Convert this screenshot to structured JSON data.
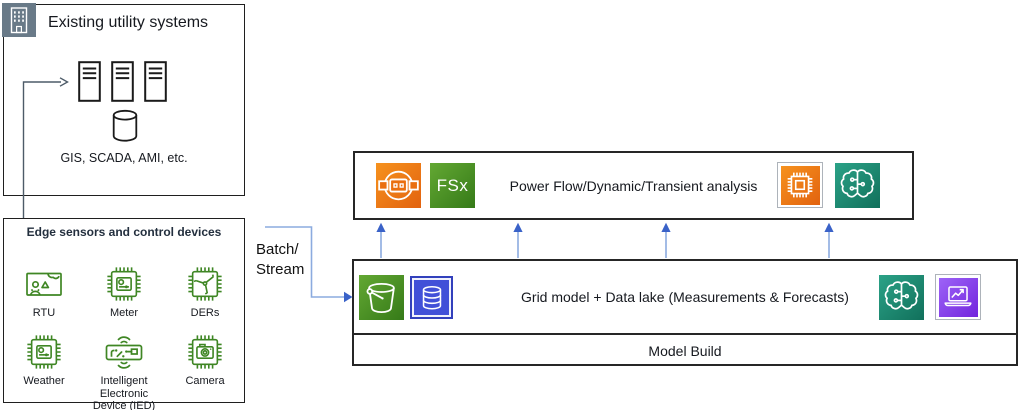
{
  "existing_utility": {
    "title": "Existing utility systems",
    "caption": "GIS, SCADA, AMI, etc.",
    "corner_icon": "building-icon",
    "server_count": 3
  },
  "edge_sensors": {
    "title": "Edge sensors and control devices",
    "devices": [
      {
        "label": "RTU",
        "icon": "rtu-icon"
      },
      {
        "label": "Meter",
        "icon": "meter-chip-icon"
      },
      {
        "label": "DERs",
        "icon": "ders-wind-turbine-chip-icon"
      },
      {
        "label": "Weather",
        "icon": "weather-chip-icon"
      },
      {
        "label": "Intelligent Electronic Device (IED)",
        "icon": "ied-circuit-board-icon"
      },
      {
        "label": "Camera",
        "icon": "camera-chip-icon"
      }
    ]
  },
  "flow": {
    "line1": "Batch/",
    "line2": "Stream"
  },
  "analysis_box": {
    "title": "Power Flow/Dynamic/Transient analysis",
    "fsx_label": "FSx",
    "icons": [
      "compute-cluster-icon",
      "fsx-icon",
      "ec2-chip-icon",
      "ml-brain-icon"
    ]
  },
  "data_lake_box": {
    "title": "Grid model + Data lake (Measurements & Forecasts)",
    "footer_label": "Model Build",
    "icons": [
      "s3-bucket-icon",
      "database-icon",
      "ml-brain-icon",
      "analytics-laptop-icon"
    ]
  },
  "colors": {
    "device_green": "#3F8624",
    "slate_icon_bg": "#697A88",
    "connector_gray": "#4D5B68",
    "arrow_blue_line": "#8CABDF",
    "arrow_blue_head": "#3A62C8",
    "aws_orange": "#E8700F",
    "aws_green": "#4E8F28",
    "aws_teal": "#1E8870",
    "aws_purple": "#8B49F7",
    "aws_blue_db": "#4150D8"
  }
}
